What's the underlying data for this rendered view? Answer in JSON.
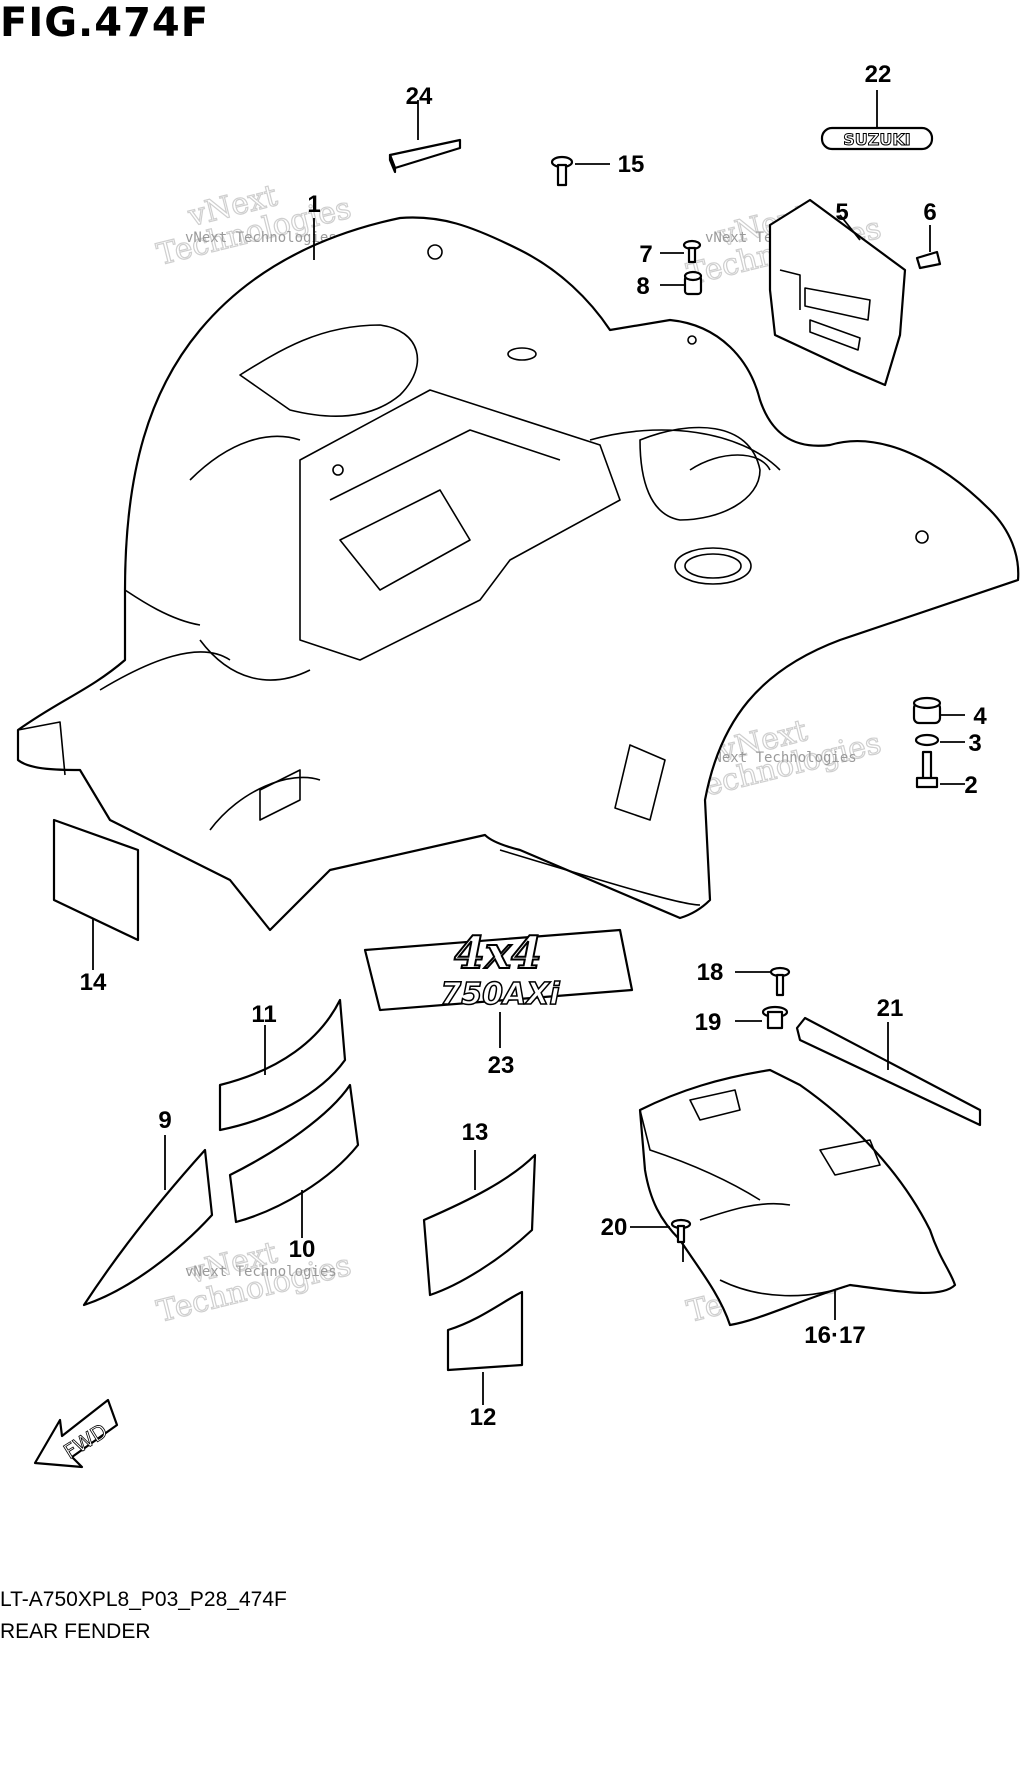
{
  "figure": {
    "title": "FIG.474F",
    "code": "LT-A750XPL8_P03_P28_474F",
    "name": "REAR FENDER"
  },
  "watermark": {
    "line1": "vNext Technologies",
    "line2": "vNext",
    "line3": "Technologies"
  },
  "decals": {
    "brand": "SUZUKI",
    "model_top": "4x4",
    "model_bottom": "750AXi",
    "fwd": "FWD"
  },
  "callouts": [
    "1",
    "2",
    "3",
    "4",
    "5",
    "6",
    "7",
    "8",
    "9",
    "10",
    "11",
    "12",
    "13",
    "14",
    "15",
    "16·17",
    "18",
    "19",
    "20",
    "21",
    "22",
    "23",
    "24"
  ]
}
